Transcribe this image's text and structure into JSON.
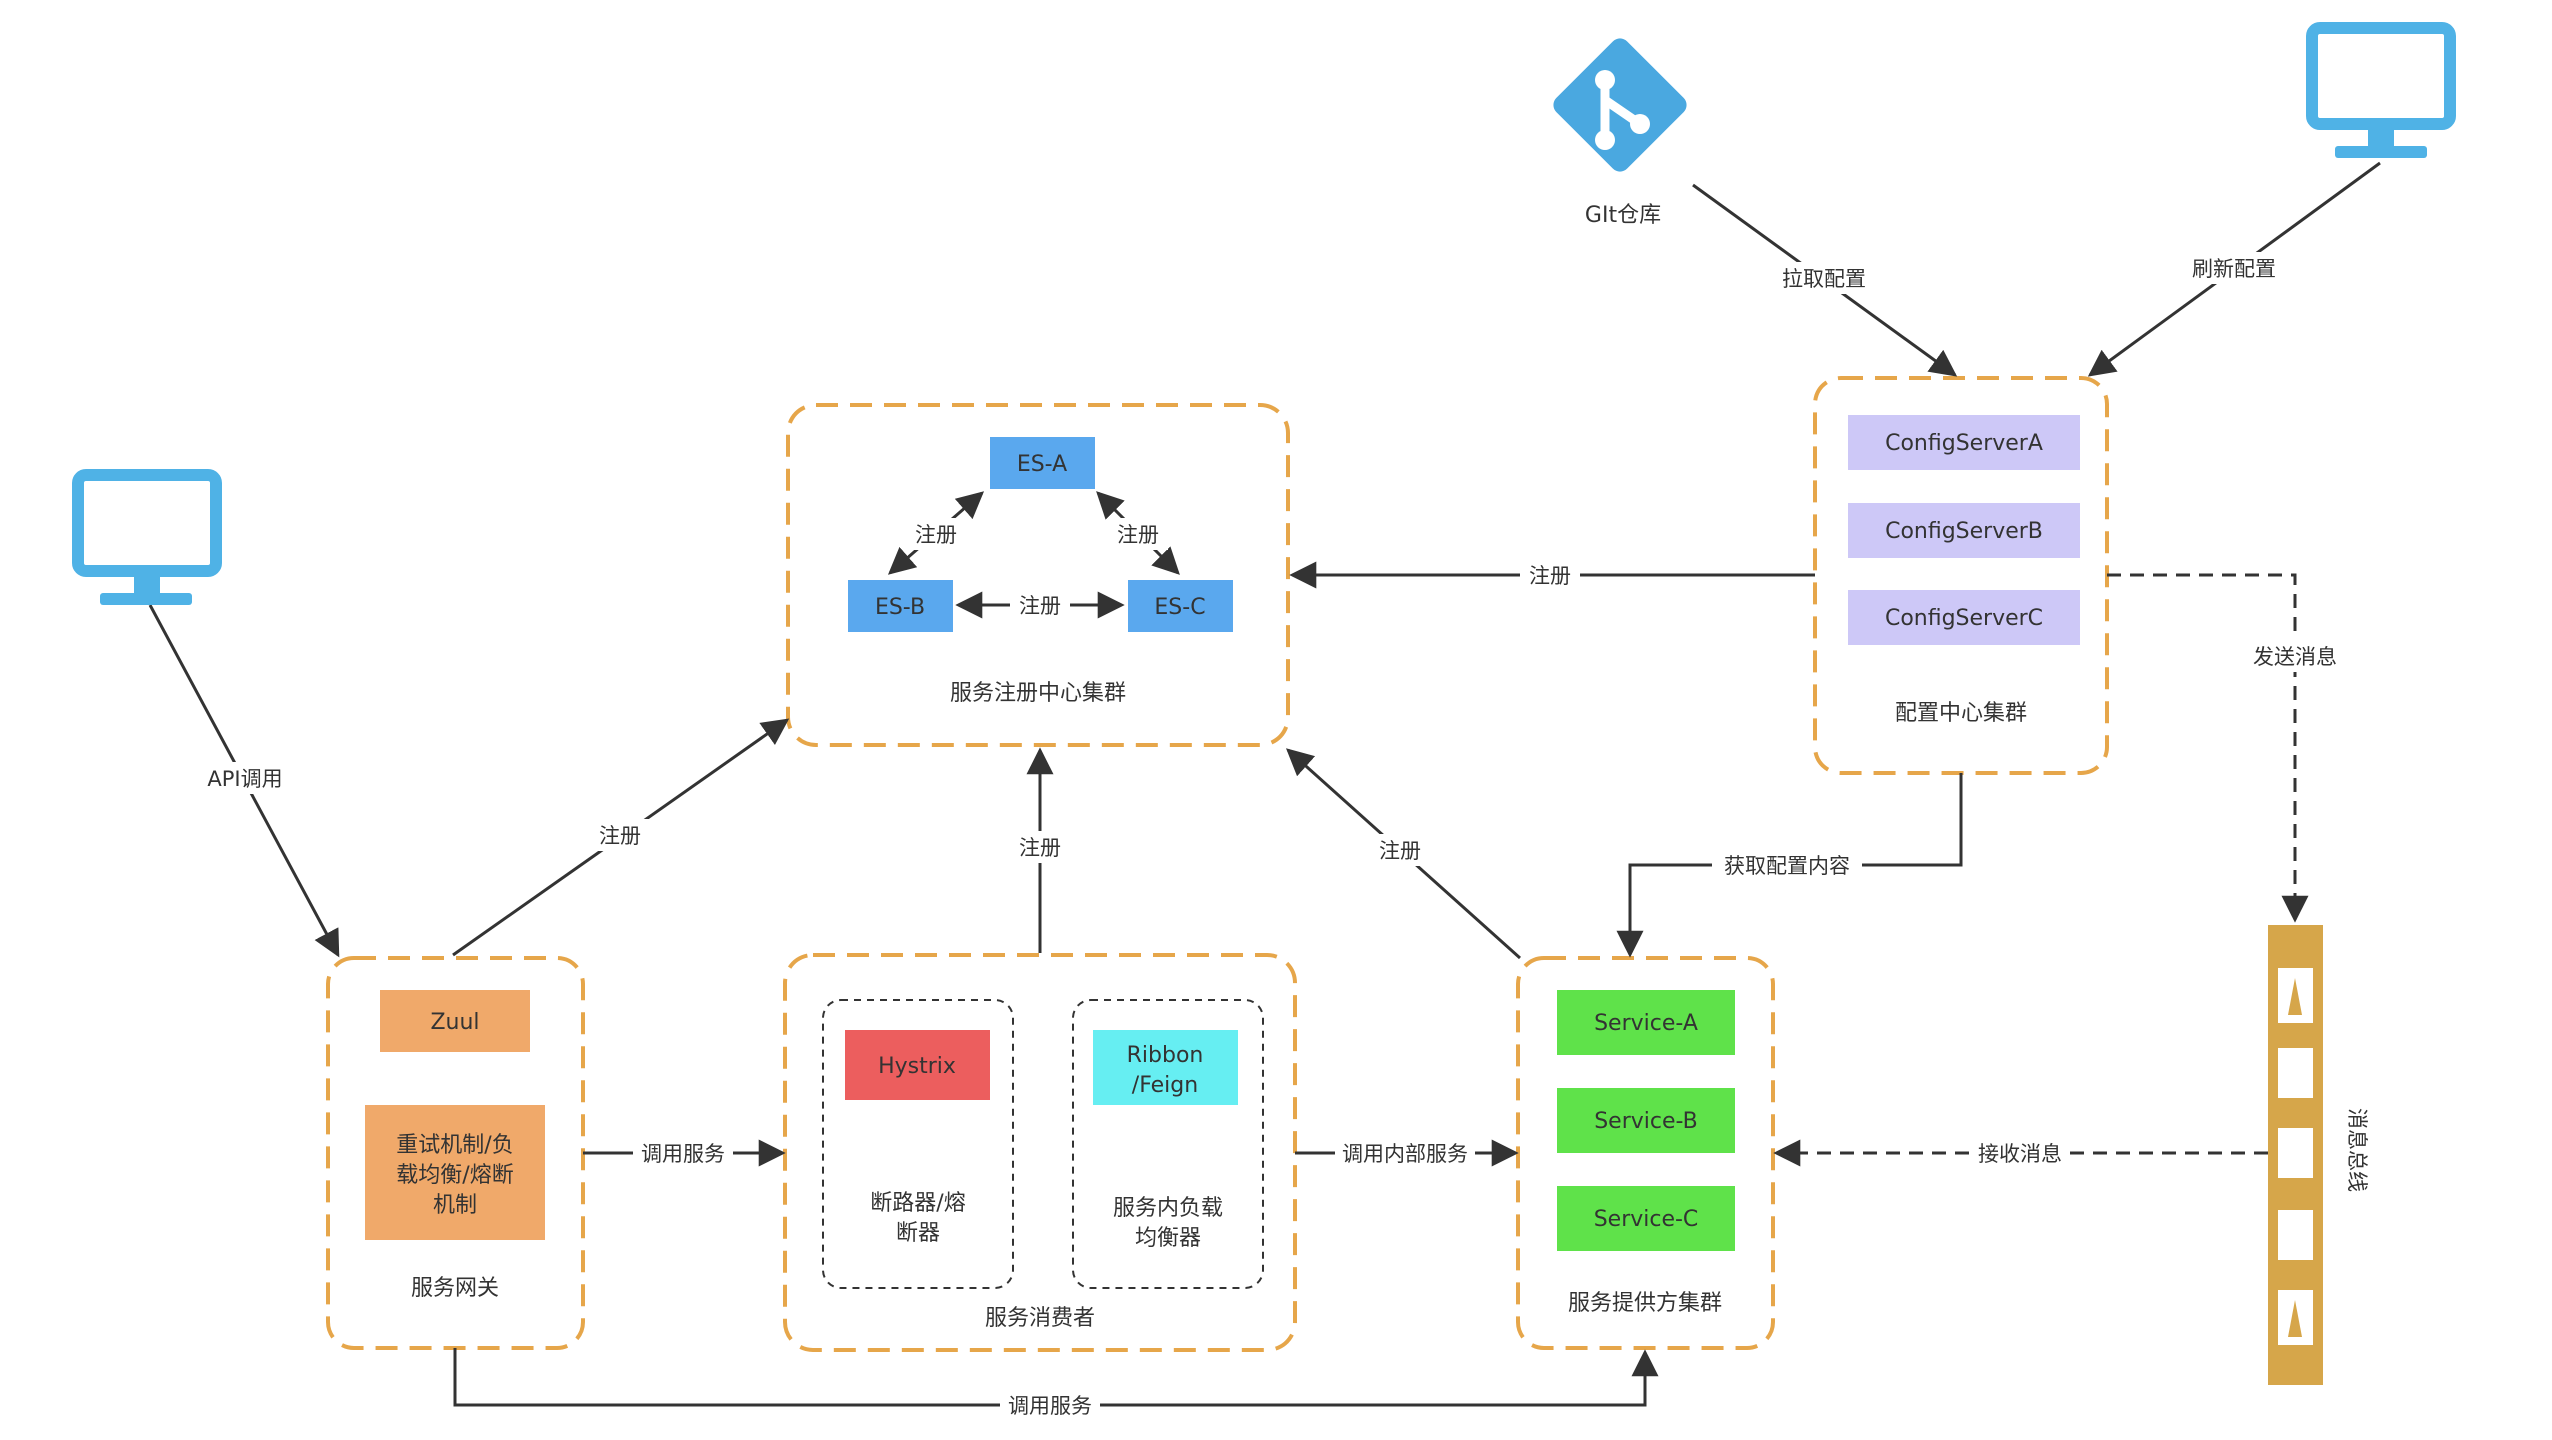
{
  "colors": {
    "cluster_border": "#e6a64a",
    "es_fill": "#5aa8ee",
    "config_fill": "#cdc8f7",
    "service_fill": "#5fe24a",
    "zuul_fill": "#f0a96a",
    "hystrix_fill": "#ec5e5e",
    "ribbon_fill": "#66eef2",
    "bus_fill": "#d6a64a",
    "monitor_fill": "#4fb2e6",
    "git_fill": "#4aa8e0",
    "edge": "#333333"
  },
  "icons": {
    "git": "git-icon",
    "monitor_top": "monitor-icon",
    "monitor_left": "monitor-icon"
  },
  "nodes": {
    "git_label": "GIt仓库",
    "es_a": "ES-A",
    "es_b": "ES-B",
    "es_c": "ES-C",
    "config_a": "ConfigServerA",
    "config_b": "ConfigServerB",
    "config_c": "ConfigServerC",
    "zuul": "Zuul",
    "retry_line1": "重试机制/负",
    "retry_line2": "载均衡/熔断",
    "retry_line3": "机制",
    "hystrix": "Hystrix",
    "ribbon_line1": "Ribbon",
    "ribbon_line2": "/Feign",
    "breaker_line1": "断路器/熔",
    "breaker_line2": "断器",
    "lb_line1": "服务内负载",
    "lb_line2": "均衡器",
    "service_a": "Service-A",
    "service_b": "Service-B",
    "service_c": "Service-C",
    "bus_label": "消息总线"
  },
  "clusters": {
    "registry": "服务注册中心集群",
    "config": "配置中心集群",
    "gateway": "服务网关",
    "consumer": "服务消费者",
    "provider": "服务提供方集群"
  },
  "edges": {
    "pull_config": "拉取配置",
    "refresh_config": "刷新配置",
    "register_config": "注册",
    "send_msg": "发送消息",
    "api_call": "API调用",
    "register_gateway": "注册",
    "register_consumer": "注册",
    "register_provider": "注册",
    "get_config": "获取配置内容",
    "es_ab": "注册",
    "es_ac": "注册",
    "es_bc": "注册",
    "call_service_1": "调用服务",
    "call_internal": "调用内部服务",
    "receive_msg": "接收消息",
    "call_service_2": "调用服务"
  }
}
